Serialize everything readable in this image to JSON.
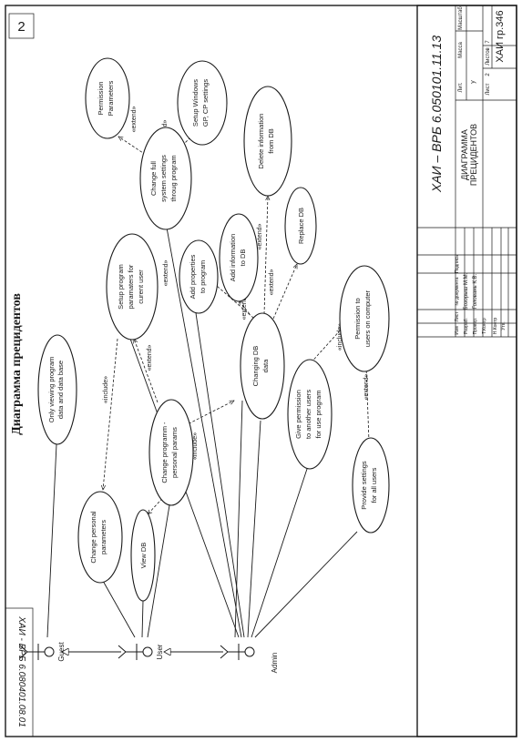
{
  "diagram": {
    "title": "Диаграмма прецидентов",
    "page_number": "2",
    "side_stamp": "ХАИ - ВРБ 6.080401.08.01",
    "actors": [
      {
        "id": "guest",
        "label": "Guest"
      },
      {
        "id": "user",
        "label": "User"
      },
      {
        "id": "admin",
        "label": "Admin"
      }
    ],
    "use_cases": [
      {
        "id": "only_viewing",
        "lines": [
          "Only viewing program",
          "data and data base"
        ]
      },
      {
        "id": "change_personal",
        "lines": [
          "Change personal",
          "parameters"
        ]
      },
      {
        "id": "view_db",
        "lines": [
          "View DB"
        ]
      },
      {
        "id": "change_programm",
        "lines": [
          "Change programm -",
          "personal params"
        ]
      },
      {
        "id": "setup_program",
        "lines": [
          "Setup program",
          "paramaters for",
          "curent user"
        ]
      },
      {
        "id": "add_properties",
        "lines": [
          "Add properties",
          "to program"
        ]
      },
      {
        "id": "add_information",
        "lines": [
          "Add information",
          "to DB"
        ]
      },
      {
        "id": "changing_db",
        "lines": [
          "Changing DB",
          "data"
        ]
      },
      {
        "id": "replace_db",
        "lines": [
          "Replace DB"
        ]
      },
      {
        "id": "delete_information",
        "lines": [
          "Delete information",
          "from DB"
        ]
      },
      {
        "id": "change_full",
        "lines": [
          "Change full",
          "system settings",
          "throug program"
        ]
      },
      {
        "id": "permission_parameters",
        "lines": [
          "Permission",
          "Parameters"
        ]
      },
      {
        "id": "setup_windows",
        "lines": [
          "Setup Windows",
          "GP, CP settings"
        ]
      },
      {
        "id": "give_permission",
        "lines": [
          "Give permission",
          "to another users",
          "for use program"
        ]
      },
      {
        "id": "permission_users",
        "lines": [
          "Permission to",
          "users on computer"
        ]
      },
      {
        "id": "provide_settings",
        "lines": [
          "Provide settings",
          "for all users"
        ]
      }
    ],
    "stereotypes": {
      "include": "«include»",
      "extend": "«extend»"
    }
  },
  "title_block": {
    "designation": "ХАИ – ВРБ 6.050101.11.13",
    "document_name": [
      "ДИАГРАММА",
      "ПРЕЦИДЕНТОВ"
    ],
    "group": "ХАИ гр.346",
    "header_lit": "Лит.",
    "header_massa": "Масса",
    "header_masshtab": "Масштаб",
    "lit_value": "у",
    "sheet_label": "Лист",
    "sheet_value": "2",
    "sheets_label": "Листов",
    "sheets_value": "7",
    "col_izm": "Изм",
    "col_list": "Лист",
    "col_doc": "№ документа",
    "col_sign": "Подпись",
    "row_razrab": "Разраб.",
    "name_razrab": "Бозорыш М.М.",
    "row_prover": "Провер.",
    "name_prover": "Головань К.В.",
    "row_tkontr": "Т.Контр",
    "row_nkontr": "Н.Контр",
    "row_utv": "Утв."
  }
}
